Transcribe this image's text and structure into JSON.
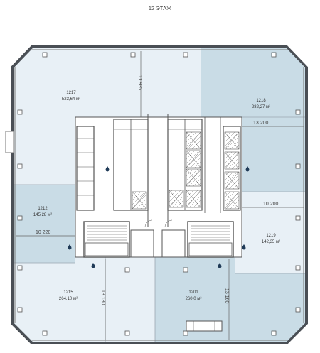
{
  "floor_title": "12 ЭТАЖ",
  "colors": {
    "light_room": "#e8f0f6",
    "dark_room": "#c9dce6",
    "wall": "#4a4f55",
    "core_line": "#555555",
    "column": "#ffffff",
    "drop": "#1f3a57"
  },
  "rooms": [
    {
      "id": "1217",
      "number": "1217",
      "area": "523,64 м²"
    },
    {
      "id": "1218",
      "number": "1218",
      "area": "282,27 м²"
    },
    {
      "id": "1212",
      "number": "1212",
      "area": "145,28 м²"
    },
    {
      "id": "1219",
      "number": "1219",
      "area": "142,35 м²"
    },
    {
      "id": "1215",
      "number": "1215",
      "area": "264,10 м²"
    },
    {
      "id": "1201",
      "number": "1201",
      "area": "260,0 м²"
    }
  ],
  "dimensions": {
    "d_11935": "11 935",
    "d_13200": "13 200",
    "d_10200": "10 200",
    "d_10220": "10 220",
    "d_13180": "13 180",
    "d_13160": "13 160"
  },
  "icons": {
    "drop": "water-drop-icon"
  }
}
